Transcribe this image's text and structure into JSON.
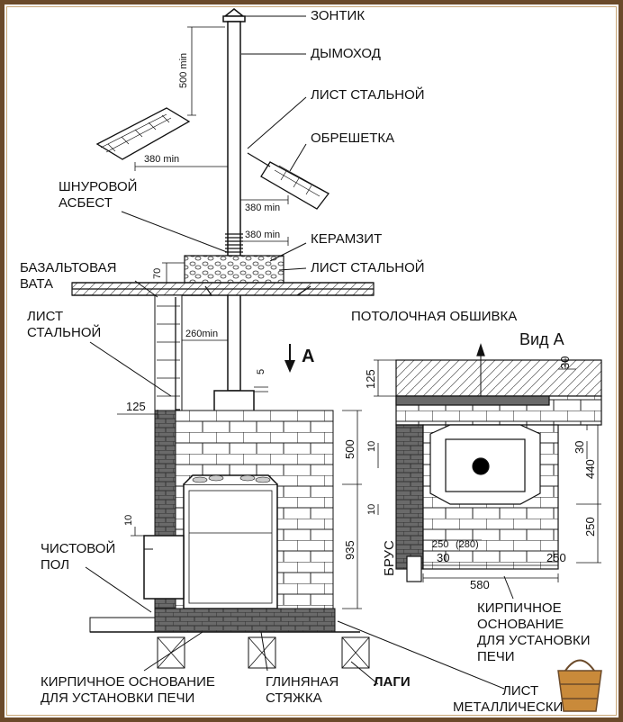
{
  "labels": {
    "zontik": "ЗОНТИК",
    "dymohod": "ДЫМОХОД",
    "list_stal_1": "ЛИСТ СТАЛЬНОЙ",
    "obreshetka": "ОБРЕШЕТКА",
    "shnurovoy_1": "ШНУРОВОЙ",
    "shnurovoy_2": "АСБЕСТ",
    "keramzit": "КЕРАМЗИТ",
    "list_stal_2": "ЛИСТ СТАЛЬНОЙ",
    "bazalt_1": "БАЗАЛЬТОВАЯ",
    "bazalt_2": "ВАТА",
    "list_stal_3a": "ЛИСТ",
    "list_stal_3b": "СТАЛЬНОЙ",
    "potolok": "ПОТОЛОЧНАЯ ОБШИВКА",
    "vid_a": "Вид А",
    "arrow_a": "A",
    "chist_pol_1": "ЧИСТОВОЙ",
    "chist_pol_2": "ПОЛ",
    "kirp_osn_1": "КИРПИЧНОЕ ОСНОВАНИЕ",
    "kirp_osn_2": "ДЛЯ УСТАНОВКИ ПЕЧИ",
    "glin_1": "ГЛИНЯНАЯ",
    "glin_2": "СТЯЖКА",
    "lagi": "ЛАГИ",
    "brus": "БРУС",
    "kirp_r_1": "КИРПИЧНОЕ",
    "kirp_r_2": "ОСНОВАНИЕ",
    "kirp_r_3": "ДЛЯ УСТАНОВКИ",
    "kirp_r_4": "ПЕЧИ",
    "list_met_1": "ЛИСТ",
    "list_met_2": "МЕТАЛЛИЧЕСКИЙ"
  },
  "dimensions": {
    "d500min": "500 min",
    "d380min_1": "380 min",
    "d380min_2": "380 min",
    "d380min_3": "380 min",
    "d70": "70",
    "d260min": "260min",
    "d5": "5",
    "d125_left": "125",
    "d500": "500",
    "d935": "935",
    "d10_a": "10",
    "d10_b": "10",
    "d10_c": "10",
    "d125_right": "125",
    "d30_top": "30",
    "d30_right": "30",
    "d440": "440",
    "d250_right": "250",
    "d250_bottom_a": "250",
    "d280": "(280)",
    "d30_bottom": "30",
    "d580": "580",
    "d250_bottom_b": "250"
  },
  "colors": {
    "line": "#111111",
    "frame": "#6b4a2a",
    "insulation": "#e8e8e8",
    "dark_brick": "#555555",
    "grey_fill": "#bbbbbb"
  }
}
